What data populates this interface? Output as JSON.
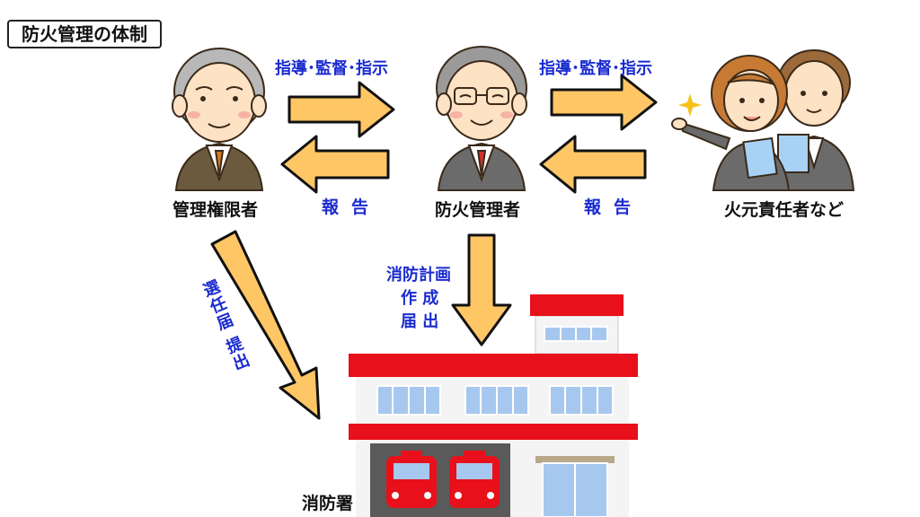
{
  "title": "防火管理の体制",
  "colors": {
    "arrow_fill": "#ffc666",
    "arrow_stroke": "#111111",
    "label_blue": "#1a2bd0",
    "station_red": "#e8101a",
    "window_blue": "#a7c8ee",
    "wall": "#f4f4f4",
    "skin": "#fde2c4"
  },
  "people": {
    "authority": {
      "label": "管理権限者",
      "icon": "elderly-man-icon"
    },
    "manager": {
      "label": "防火管理者",
      "icon": "manager-with-glasses-icon"
    },
    "staff": {
      "label": "火元責任者など",
      "icon": "two-staff-icon"
    }
  },
  "arrows": {
    "guidance_1": "指導･監督･指示",
    "guidance_2": "指導･監督･指示",
    "report_1": "報告",
    "report_2": "報告",
    "plan_line1": "消防計画",
    "plan_line2": "作 成",
    "plan_line3": "届 出",
    "appointment": "選任届 提出"
  },
  "station": {
    "label": "消防署",
    "icon": "fire-station-icon"
  }
}
